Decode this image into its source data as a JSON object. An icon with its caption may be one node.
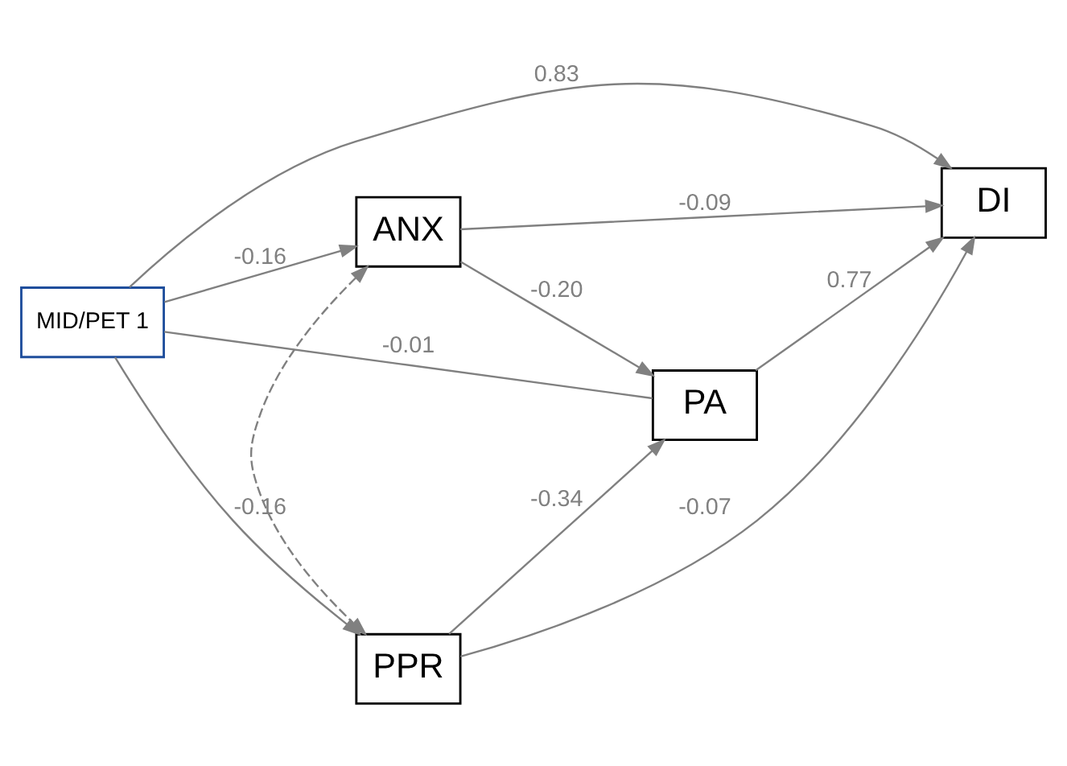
{
  "diagram": {
    "nodes": [
      {
        "text": [
          "MID/PET 1"
        ]
      },
      {
        "text": [
          "ANX"
        ]
      },
      {
        "text": [
          "PA"
        ]
      },
      {
        "text": [
          "DI"
        ]
      },
      {
        "text": [
          "PPR"
        ]
      }
    ],
    "edges": [
      {
        "from": 0,
        "to": 1,
        "arrow": "to",
        "label": "-0.16"
      },
      {
        "from": 0,
        "to": 3,
        "arrow": "to",
        "label": "0.83"
      },
      {
        "from": 0,
        "to": 2,
        "arrow": "none",
        "label": "-0.01"
      },
      {
        "from": 0,
        "to": 4,
        "arrow": "to",
        "label": "-0.16"
      },
      {
        "from": 1,
        "to": 4,
        "arrow": "both",
        "style": "dashed"
      },
      {
        "from": 1,
        "to": 2,
        "arrow": "to",
        "label": "-0.20"
      },
      {
        "from": 1,
        "to": 3,
        "arrow": "to",
        "label": "-0.09"
      },
      {
        "from": 2,
        "to": 3,
        "arrow": "to",
        "label": "0.77"
      },
      {
        "from": 4,
        "to": 2,
        "arrow": "to",
        "label": "-0.34"
      },
      {
        "from": 4,
        "to": 3,
        "arrow": "to",
        "label": "-0.07"
      }
    ]
  }
}
